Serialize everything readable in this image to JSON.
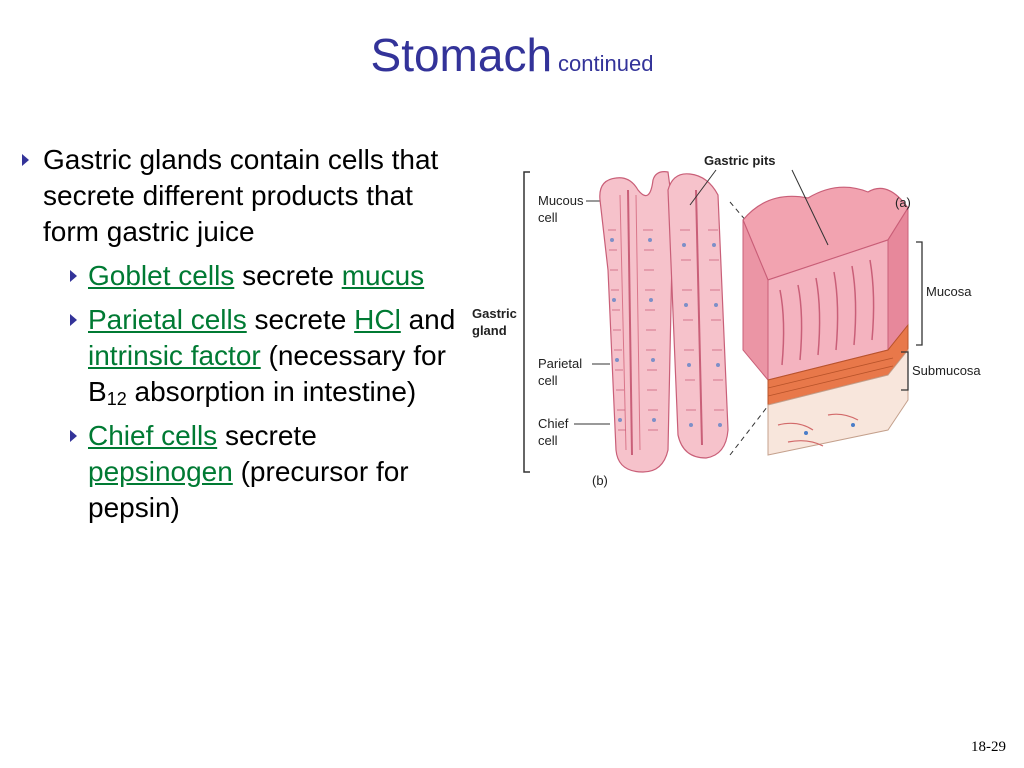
{
  "title": {
    "main": "Stomach",
    "sub": "continued"
  },
  "bullet": {
    "text": "Gastric glands contain cells that secrete different products that form gastric juice",
    "sub": [
      {
        "link1": "Goblet cells",
        "t1": " secrete ",
        "link2": "mucus"
      },
      {
        "link1": "Parietal cells",
        "t1": " secrete ",
        "link2": "HCl",
        "t2": " and ",
        "link3": "intrinsic factor",
        "t3": " (necessary for B",
        "subscript": "12",
        "t4": " absorption in intestine)"
      },
      {
        "link1": "Chief cells",
        "t1": " secrete ",
        "link2": "pepsinogen",
        "t2": " (precursor for pepsin)"
      }
    ]
  },
  "figure": {
    "labels": {
      "gastric_pits": "Gastric pits",
      "a": "(a)",
      "b": "(b)",
      "mucous_cell_1": "Mucous",
      "mucous_cell_2": "cell",
      "gastric_gland_1": "Gastric",
      "gastric_gland_2": "gland",
      "parietal_cell_1": "Parietal",
      "parietal_cell_2": "cell",
      "chief_cell_1": "Chief",
      "chief_cell_2": "cell",
      "mucosa": "Mucosa",
      "submucosa": "Submucosa"
    },
    "colors": {
      "tissue": "#f2a3b0",
      "tissue_dark": "#d9768a",
      "muscle": "#e8784a",
      "cell_outline": "#c95f78",
      "nucleus": "#7d8fc8"
    }
  },
  "slide_number": "18-29"
}
